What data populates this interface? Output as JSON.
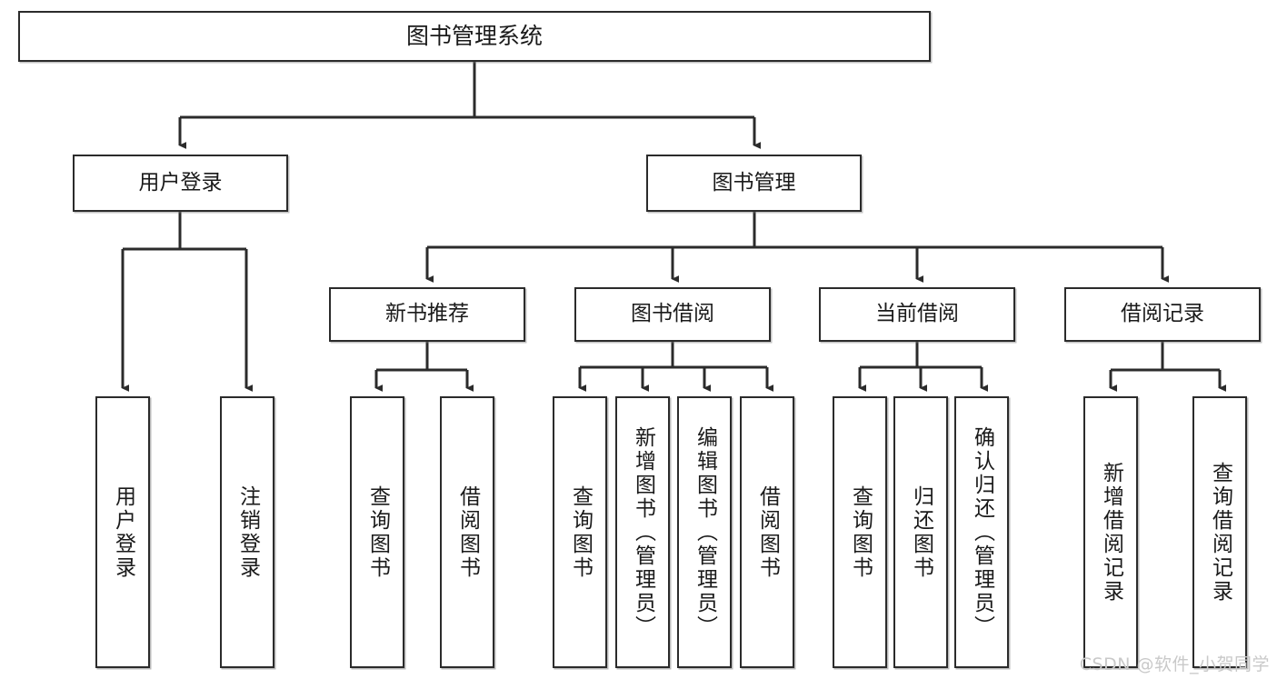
{
  "diagram": {
    "type": "tree-hierarchy",
    "title": "图书管理系统",
    "watermark": "CSDN @软件_小贺同学",
    "colors": {
      "stroke": "#2b2b2b",
      "fill": "#ffffff",
      "text": "#1a1a1a",
      "watermark": "#c9c9c9"
    },
    "levels": {
      "level1": [
        {
          "id": "root",
          "label": "图书管理系统"
        }
      ],
      "level2": [
        {
          "id": "user-login",
          "label": "用户登录",
          "parent": "root"
        },
        {
          "id": "book-management",
          "label": "图书管理",
          "parent": "root"
        }
      ],
      "level3": [
        {
          "id": "new-book-recommend",
          "label": "新书推荐",
          "parent": "book-management"
        },
        {
          "id": "book-borrow",
          "label": "图书借阅",
          "parent": "book-management"
        },
        {
          "id": "current-borrow",
          "label": "当前借阅",
          "parent": "book-management"
        },
        {
          "id": "borrow-record",
          "label": "借阅记录",
          "parent": "book-management"
        }
      ],
      "leaves": [
        {
          "id": "leaf-user-login",
          "label": "用户登录",
          "parent": "user-login"
        },
        {
          "id": "leaf-logout",
          "label": "注销登录",
          "parent": "user-login"
        },
        {
          "id": "leaf-query-book-1",
          "label": "查询图书",
          "parent": "new-book-recommend"
        },
        {
          "id": "leaf-borrow-book-1",
          "label": "借阅图书",
          "parent": "new-book-recommend"
        },
        {
          "id": "leaf-query-book-2",
          "label": "查询图书",
          "parent": "book-borrow"
        },
        {
          "id": "leaf-add-book",
          "label": "新增图书（管理员）",
          "parent": "book-borrow"
        },
        {
          "id": "leaf-edit-book",
          "label": "编辑图书（管理员）",
          "parent": "book-borrow"
        },
        {
          "id": "leaf-borrow-book-2",
          "label": "借阅图书",
          "parent": "book-borrow"
        },
        {
          "id": "leaf-query-book-3",
          "label": "查询图书",
          "parent": "current-borrow"
        },
        {
          "id": "leaf-return-book",
          "label": "归还图书",
          "parent": "current-borrow"
        },
        {
          "id": "leaf-confirm-return",
          "label": "确认归还（管理员）",
          "parent": "current-borrow"
        },
        {
          "id": "leaf-add-record",
          "label": "新增借阅记录",
          "parent": "borrow-record"
        },
        {
          "id": "leaf-query-record",
          "label": "查询借阅记录",
          "parent": "borrow-record"
        }
      ]
    }
  }
}
